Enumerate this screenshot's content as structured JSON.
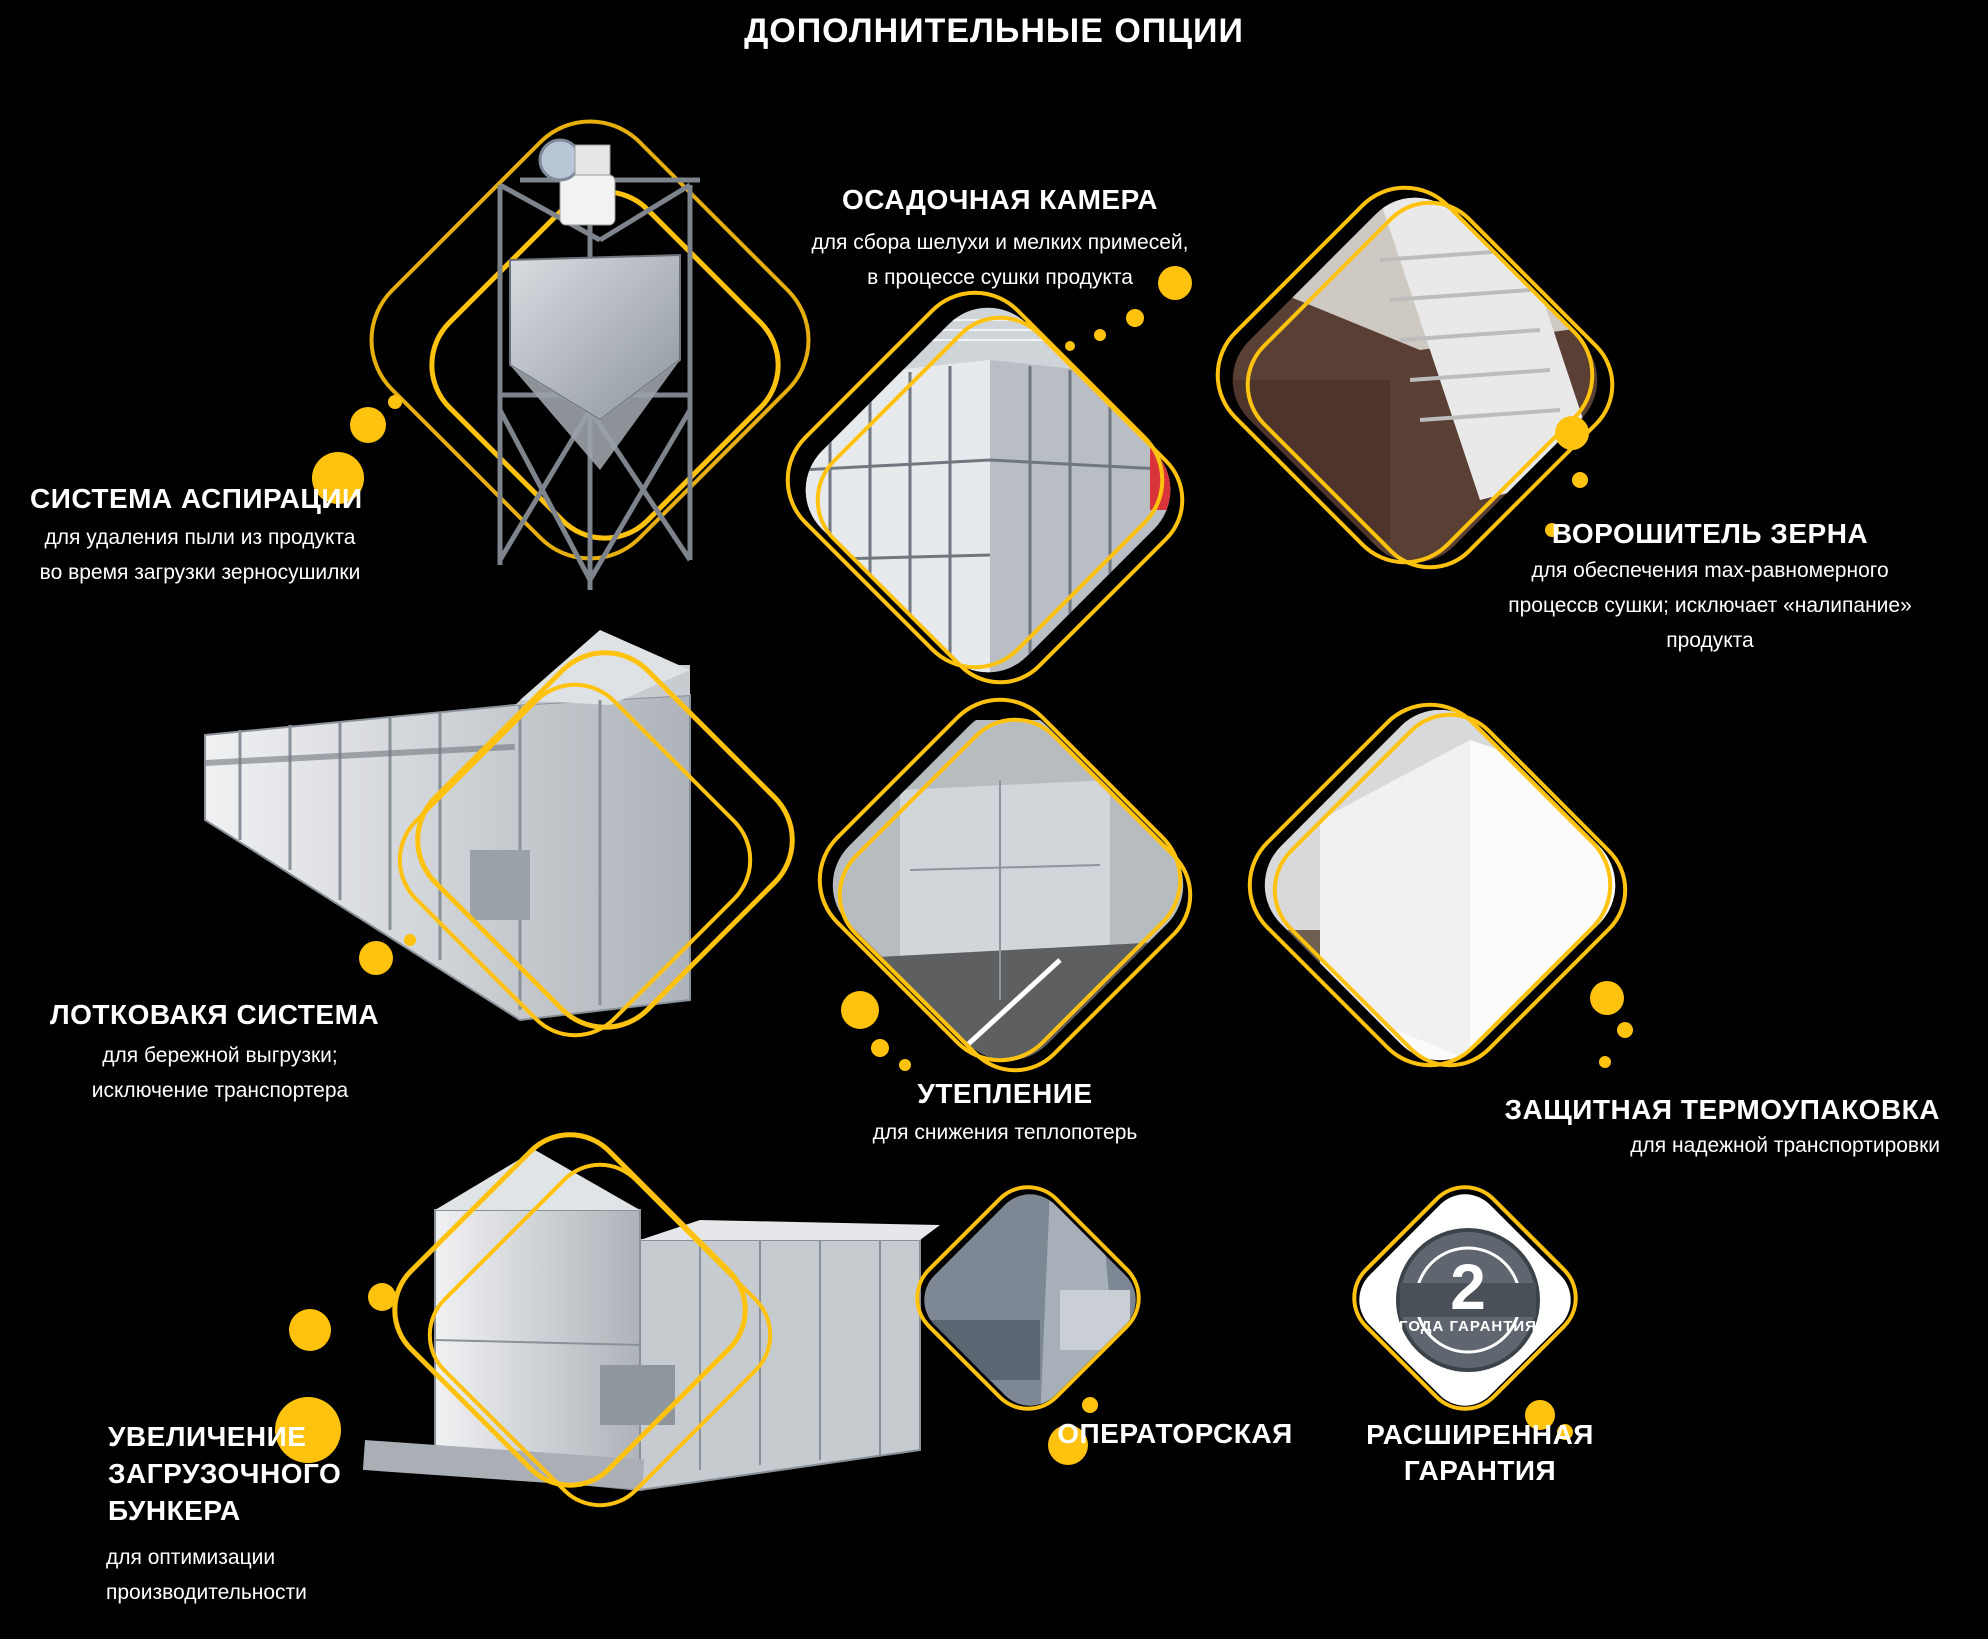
{
  "page_title": "ДОПОЛНИТЕЛЬНЫЕ ОПЦИИ",
  "accent_color": "#FFC20E",
  "options": {
    "aspiration": {
      "title": "СИСТЕМА АСПИРАЦИИ",
      "desc": [
        "для удаления пыли из продукта",
        "во время загрузки зерносушилки"
      ]
    },
    "settling_chamber": {
      "title": "ОСАДОЧНАЯ КАМЕРА",
      "desc": [
        "для сбора шелухи и мелких примесей,",
        "в процессе сушки продукта"
      ]
    },
    "grain_stirrer": {
      "title": "ВОРОШИТЕЛЬ ЗЕРНА",
      "desc": [
        "для обеспечения max-равномерного",
        "процессв сушки; исключает «налипание»",
        "продукта"
      ]
    },
    "tray_system": {
      "title": "ЛОТКОВАКЯ СИСТЕМА",
      "desc": [
        "для бережной выгрузки;",
        "исключение транспортера"
      ]
    },
    "insulation": {
      "title": "УТЕПЛЕНИЕ",
      "desc": [
        "для снижения теплопотерь"
      ]
    },
    "thermal_packaging": {
      "title": "ЗАЩИТНАЯ ТЕРМОУПАКОВКА",
      "desc": [
        "для надежной транспортировки"
      ]
    },
    "bunker": {
      "title": [
        "УВЕЛИЧЕНИЕ",
        "ЗАГРУЗОЧНОГО",
        "БУНКЕРА"
      ],
      "desc": [
        "для оптимизации",
        "производительности"
      ]
    },
    "operator_room": {
      "title": "ОПЕРАТОРСКАЯ"
    },
    "warranty": {
      "title": [
        "РАСШИРЕННАЯ",
        "ГАРАНТИЯ"
      ],
      "badge_number": "2",
      "badge_text": "ГОДА ГАРАНТИЯ"
    }
  }
}
